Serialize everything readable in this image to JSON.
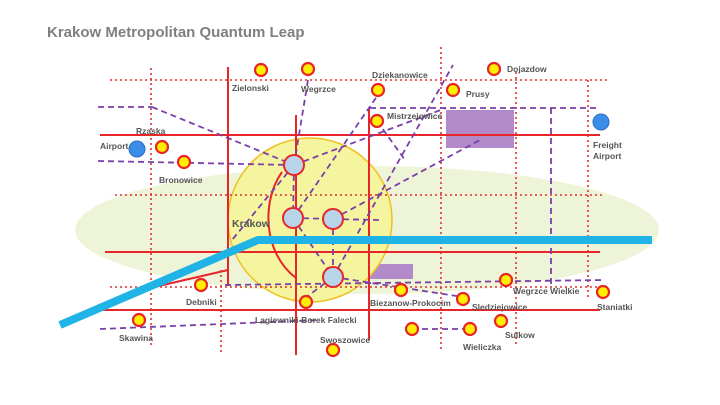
{
  "title": "Krakow Metropolitan Quantum Leap",
  "colors": {
    "rail_red": "#e8262a",
    "rail_dotted_red": "#e03030",
    "metro_purple": "#7b3fa8",
    "river_blue": "#1fb3e6",
    "greenbelt": "#eef4d8",
    "center_zone": "#f5f5a0",
    "center_zone_border": "#f0c020",
    "station_fill": "#ffee00",
    "station_ring": "#e8262a",
    "airport_fill": "#3a8ee8",
    "hub_fill": "#b8d4e8",
    "dev_zone": "#b28ac9"
  },
  "labels": {
    "krakow": "Krakow",
    "zielonski": "Zielonski",
    "wegrzce": "Wegrzce",
    "dziekanowice": "Dziekanowice",
    "dojazdow": "Dojazdow",
    "prusy": "Prusy",
    "mistrzejowice": "Mistrzejowice",
    "rzaska": "Rzaska",
    "airport": "Airport",
    "bronowice": "Bronowice",
    "freight_airport_1": "Freight",
    "freight_airport_2": "Airport",
    "debniki": "Debniki",
    "skawina": "Skawina",
    "lagiewniki": "Lagiewniki-Borek Falecki",
    "swoszowice": "Swoszowice",
    "biezanow": "Biezanow-Prokocim",
    "sledziejowice": "Sledziejowice",
    "wegrzce_wielkie": "Wegrzce Wielkie",
    "staniatki": "Staniatki",
    "sulkow": "Sulkow",
    "wieliczka": "Wieliczka"
  }
}
